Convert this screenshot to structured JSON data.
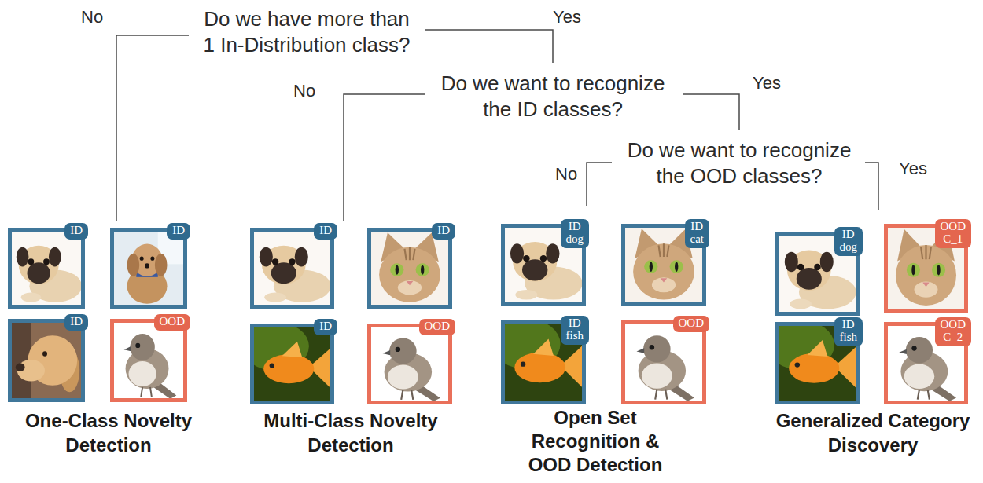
{
  "diagram": {
    "nodes": [
      {
        "text": [
          "ID"
        ]
      },
      {
        "text": [
          "ID"
        ]
      },
      {
        "text": [
          "ID"
        ]
      },
      {
        "text": [
          "OOD"
        ]
      },
      {
        "text": [
          "ID"
        ]
      },
      {
        "text": [
          "ID"
        ]
      },
      {
        "text": [
          "ID"
        ]
      },
      {
        "text": [
          "OOD"
        ]
      },
      {
        "text": [
          "ID dog"
        ]
      },
      {
        "text": [
          "ID cat"
        ]
      },
      {
        "text": [
          "ID fish"
        ]
      },
      {
        "text": [
          "OOD"
        ]
      },
      {
        "text": [
          "ID dog"
        ]
      },
      {
        "text": [
          "OOD C_1"
        ]
      },
      {
        "text": [
          "ID fish"
        ]
      },
      {
        "text": [
          "OOD C_2"
        ]
      }
    ],
    "labels": [
      "No",
      "Do we have more than 1 In-Distribution class?",
      "Yes",
      "No",
      "Do we want to recognize the ID classes?",
      "Yes",
      "No",
      "Do we want to recognize the OOD classes?",
      "Yes",
      "One-Class Novelty Detection",
      "Multi-Class Novelty Detection",
      "Open Set Recognition & OOD Detection",
      "Generalized Category Discovery"
    ]
  }
}
